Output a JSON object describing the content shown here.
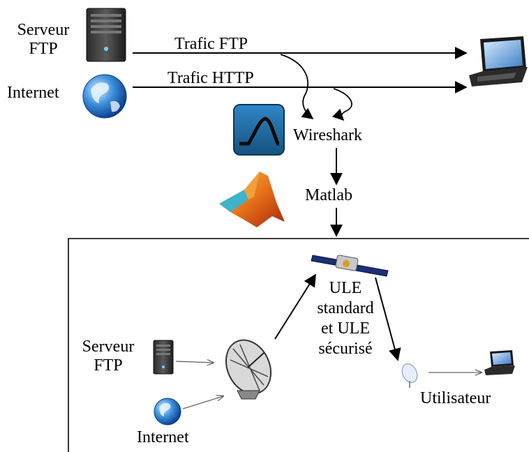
{
  "top": {
    "ftp_server_label_line1": "Serveur",
    "ftp_server_label_line2": "FTP",
    "internet_label": "Internet",
    "ftp_traffic_label": "Trafic FTP",
    "http_traffic_label": "Trafic HTTP",
    "wireshark_label": "Wireshark",
    "matlab_label": "Matlab"
  },
  "bottom": {
    "ftp_server_label_line1": "Serveur",
    "ftp_server_label_line2": "FTP",
    "internet_label": "Internet",
    "satellite_label_lines": [
      "ULE",
      "standard",
      "et ULE",
      "sécurisé"
    ],
    "user_label": "Utilisateur"
  },
  "icons": {
    "server": "server-tower-icon",
    "globe": "globe-icon",
    "laptop": "laptop-icon",
    "wireshark": "wireshark-fin-icon",
    "matlab": "matlab-membrane-icon",
    "satellite": "satellite-icon",
    "dish": "satellite-dish-icon"
  },
  "colors": {
    "arrow": "#000000",
    "thin_arrow": "#666666",
    "wireshark_blue": "#1f6fa8",
    "matlab_orange": "#e8731a"
  }
}
